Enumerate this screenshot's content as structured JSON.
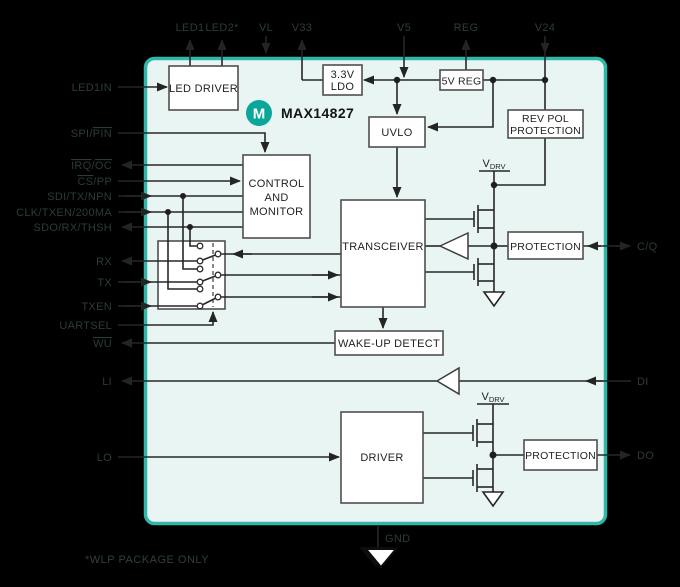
{
  "colors": {
    "background": "#000000",
    "chip_fill": "#e9f5f2",
    "chip_border": "#2fb7aa",
    "box_fill": "#ffffff",
    "box_border": "#4f4f4f",
    "wire": "#262626",
    "pin_label": "#2c3b3b",
    "logo_teal": "#0aa69a"
  },
  "chip": {
    "part_number": "MAX14827",
    "logo_letter": "M",
    "package_note": "*WLP PACKAGE ONLY"
  },
  "blocks": {
    "led_driver": {
      "label": "LED DRIVER"
    },
    "ldo": {
      "line1": "3.3V",
      "line2": "LDO"
    },
    "reg5v": {
      "label": "5V REG"
    },
    "uvlo": {
      "label": "UVLO"
    },
    "rev_pol": {
      "line1": "REV POL",
      "line2": "PROTECTION"
    },
    "control": {
      "line1": "CONTROL",
      "line2": "AND",
      "line3": "MONITOR"
    },
    "transceiver": {
      "label": "TRANSCEIVER"
    },
    "wakeup": {
      "label": "WAKE-UP DETECT"
    },
    "protection_cq": {
      "label": "PROTECTION"
    },
    "driver": {
      "label": "DRIVER"
    },
    "protection_do": {
      "label": "PROTECTION"
    }
  },
  "nets": {
    "vdrv": {
      "base": "V",
      "sub": "DRV"
    }
  },
  "pins": {
    "top": {
      "led1": "LED1",
      "led2": "LED2*",
      "vl": "VL",
      "v33": "V33",
      "v5": "V5",
      "reg": "REG",
      "v24": "V24"
    },
    "left": {
      "led1in": "LED1IN",
      "spi_pin": {
        "p1": "SPI",
        "sep": "/",
        "p2": "PIN"
      },
      "irq_oc": {
        "p1": "IRQ",
        "sep": "/",
        "p2": "OC"
      },
      "cs_pp": {
        "p1": "CS",
        "sep": "/",
        "p2": "PP"
      },
      "sdi_tx_npn": "SDI/TX/NPN",
      "clk_txen_200ma": "CLK/TXEN/200MA",
      "sdo_rx_thsh": "SDO/RX/THSH",
      "rx": "RX",
      "tx": "TX",
      "txen": "TXEN",
      "uartsel": "UARTSEL",
      "wu": "WU",
      "li": "LI",
      "lo": "LO"
    },
    "right": {
      "cq": "C/Q",
      "di": "DI",
      "do_pin": "DO"
    },
    "bottom": {
      "gnd": "GND"
    }
  }
}
